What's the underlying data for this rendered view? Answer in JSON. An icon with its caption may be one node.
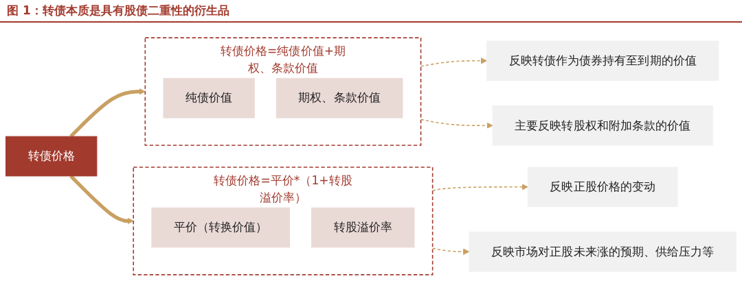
{
  "diagram": {
    "title": "图 1：转债本质是具有股债二重性的衍生品",
    "nodes": [
      {
        "text": [
          "反映转债作为债券持有至到期的价值"
        ]
      },
      {
        "text": [
          "反映正股价格的变动"
        ]
      },
      {
        "text": [
          "转债价格=纯债价值+期权、条款价值"
        ]
      },
      {
        "text": [
          "纯债价值"
        ],
        "in": 2
      },
      {
        "text": [
          "期权、条款价值"
        ],
        "in": 2
      },
      {
        "text": [
          "转债价格"
        ]
      },
      {
        "text": [
          "转债价格=平价*（1+转股溢价率）"
        ]
      },
      {
        "text": [
          "平价（转换价值）"
        ],
        "in": 6
      },
      {
        "text": [
          "转股溢价率"
        ],
        "in": 6
      },
      {
        "text": [
          "主要反映转股权和附加条款的价值"
        ]
      },
      {
        "text": [
          "反映市场对正股未来涨的预期、供给压力等"
        ]
      }
    ],
    "edges": [
      {
        "from": 5,
        "to": 2,
        "arrow": "to",
        "style": "thick"
      },
      {
        "from": 5,
        "to": 6,
        "arrow": "to",
        "style": "thick"
      },
      {
        "from": 2,
        "to": 0,
        "arrow": "to",
        "style": "dashed"
      },
      {
        "from": 2,
        "to": 9,
        "arrow": "to",
        "style": "dashed"
      },
      {
        "from": 6,
        "to": 1,
        "arrow": "to",
        "style": "dashed"
      },
      {
        "from": 6,
        "to": 10,
        "arrow": "to",
        "style": "dashed"
      }
    ]
  }
}
